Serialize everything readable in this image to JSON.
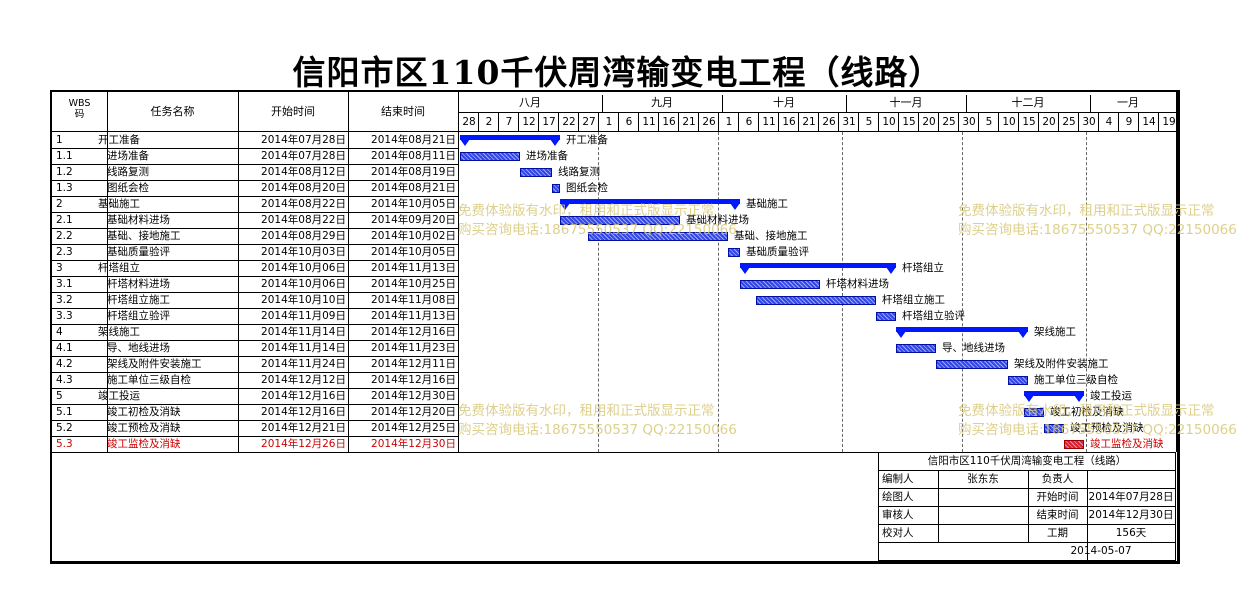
{
  "title": "信阳市区110千伏周湾输变电工程（线路）",
  "columns": {
    "wbs": "WBS码",
    "name": "任务名称",
    "start": "开始时间",
    "end": "结束时间"
  },
  "months": [
    "八月",
    "九月",
    "十月",
    "十一月",
    "十二月",
    "一月"
  ],
  "days": [
    "28",
    "2",
    "7",
    "12",
    "17",
    "22",
    "27",
    "1",
    "6",
    "11",
    "16",
    "21",
    "26",
    "1",
    "6",
    "11",
    "16",
    "21",
    "26",
    "31",
    "5",
    "10",
    "15",
    "20",
    "25",
    "30",
    "5",
    "10",
    "15",
    "20",
    "25",
    "30",
    "4",
    "9",
    "14",
    "19"
  ],
  "tasks": [
    {
      "wbs": "1",
      "name": "开工准备",
      "start": "2014年07月28日",
      "end": "2014年08月21日",
      "s": "2014-07-28",
      "e": "2014-08-21",
      "summary": true
    },
    {
      "wbs": "1.1",
      "name": "进场准备",
      "start": "2014年07月28日",
      "end": "2014年08月11日",
      "s": "2014-07-28",
      "e": "2014-08-11"
    },
    {
      "wbs": "1.2",
      "name": "线路复测",
      "start": "2014年08月12日",
      "end": "2014年08月19日",
      "s": "2014-08-12",
      "e": "2014-08-19"
    },
    {
      "wbs": "1.3",
      "name": "图纸会检",
      "start": "2014年08月20日",
      "end": "2014年08月21日",
      "s": "2014-08-20",
      "e": "2014-08-21"
    },
    {
      "wbs": "2",
      "name": "基础施工",
      "start": "2014年08月22日",
      "end": "2014年10月05日",
      "s": "2014-08-22",
      "e": "2014-10-05",
      "summary": true
    },
    {
      "wbs": "2.1",
      "name": "基础材料进场",
      "start": "2014年08月22日",
      "end": "2014年09月20日",
      "s": "2014-08-22",
      "e": "2014-09-20"
    },
    {
      "wbs": "2.2",
      "name": "基础、接地施工",
      "start": "2014年08月29日",
      "end": "2014年10月02日",
      "s": "2014-08-29",
      "e": "2014-10-02"
    },
    {
      "wbs": "2.3",
      "name": "基础质量验评",
      "start": "2014年10月03日",
      "end": "2014年10月05日",
      "s": "2014-10-03",
      "e": "2014-10-05"
    },
    {
      "wbs": "3",
      "name": "杆塔组立",
      "start": "2014年10月06日",
      "end": "2014年11月13日",
      "s": "2014-10-06",
      "e": "2014-11-13",
      "summary": true
    },
    {
      "wbs": "3.1",
      "name": "杆塔材料进场",
      "start": "2014年10月06日",
      "end": "2014年10月25日",
      "s": "2014-10-06",
      "e": "2014-10-25"
    },
    {
      "wbs": "3.2",
      "name": "杆塔组立施工",
      "start": "2014年10月10日",
      "end": "2014年11月08日",
      "s": "2014-10-10",
      "e": "2014-11-08"
    },
    {
      "wbs": "3.3",
      "name": "杆塔组立验评",
      "start": "2014年11月09日",
      "end": "2014年11月13日",
      "s": "2014-11-09",
      "e": "2014-11-13"
    },
    {
      "wbs": "4",
      "name": "架线施工",
      "start": "2014年11月14日",
      "end": "2014年12月16日",
      "s": "2014-11-14",
      "e": "2014-12-16",
      "summary": true
    },
    {
      "wbs": "4.1",
      "name": "导、地线进场",
      "start": "2014年11月14日",
      "end": "2014年11月23日",
      "s": "2014-11-14",
      "e": "2014-11-23"
    },
    {
      "wbs": "4.2",
      "name": "架线及附件安装施工",
      "start": "2014年11月24日",
      "end": "2014年12月11日",
      "s": "2014-11-24",
      "e": "2014-12-11"
    },
    {
      "wbs": "4.3",
      "name": "施工单位三级自检",
      "start": "2014年12月12日",
      "end": "2014年12月16日",
      "s": "2014-12-12",
      "e": "2014-12-16"
    },
    {
      "wbs": "5",
      "name": "竣工投运",
      "start": "2014年12月16日",
      "end": "2014年12月30日",
      "s": "2014-12-16",
      "e": "2014-12-30",
      "summary": true
    },
    {
      "wbs": "5.1",
      "name": "竣工初检及消缺",
      "start": "2014年12月16日",
      "end": "2014年12月20日",
      "s": "2014-12-16",
      "e": "2014-12-20"
    },
    {
      "wbs": "5.2",
      "name": "竣工预检及消缺",
      "start": "2014年12月21日",
      "end": "2014年12月25日",
      "s": "2014-12-21",
      "e": "2014-12-25"
    },
    {
      "wbs": "5.3",
      "name": "竣工监检及消缺",
      "start": "2014年12月26日",
      "end": "2014年12月30日",
      "s": "2014-12-26",
      "e": "2014-12-30",
      "critical": true
    }
  ],
  "watermark": {
    "line1": "免费体验版有水印，租用和正式版显示正常",
    "line2": "购买咨询电话:18675550537 QQ:22150066"
  },
  "info": {
    "project": "信阳市区110千伏周湾输变电工程（线路）",
    "editor_label": "编制人",
    "editor": "张东东",
    "owner_label": "负责人",
    "owner": "",
    "drawer_label": "绘图人",
    "start_label": "开始时间",
    "start": "2014年07月28日",
    "reviewer_label": "审核人",
    "end_label": "结束时间",
    "end": "2014年12月30日",
    "checker_label": "校对人",
    "period_label": "工期",
    "period": "156天",
    "date": "2014-05-07"
  },
  "colors": {
    "summary": "#0018ff",
    "task": "#3346e6",
    "critical": "#e62020",
    "watermark": "#d8c878"
  }
}
